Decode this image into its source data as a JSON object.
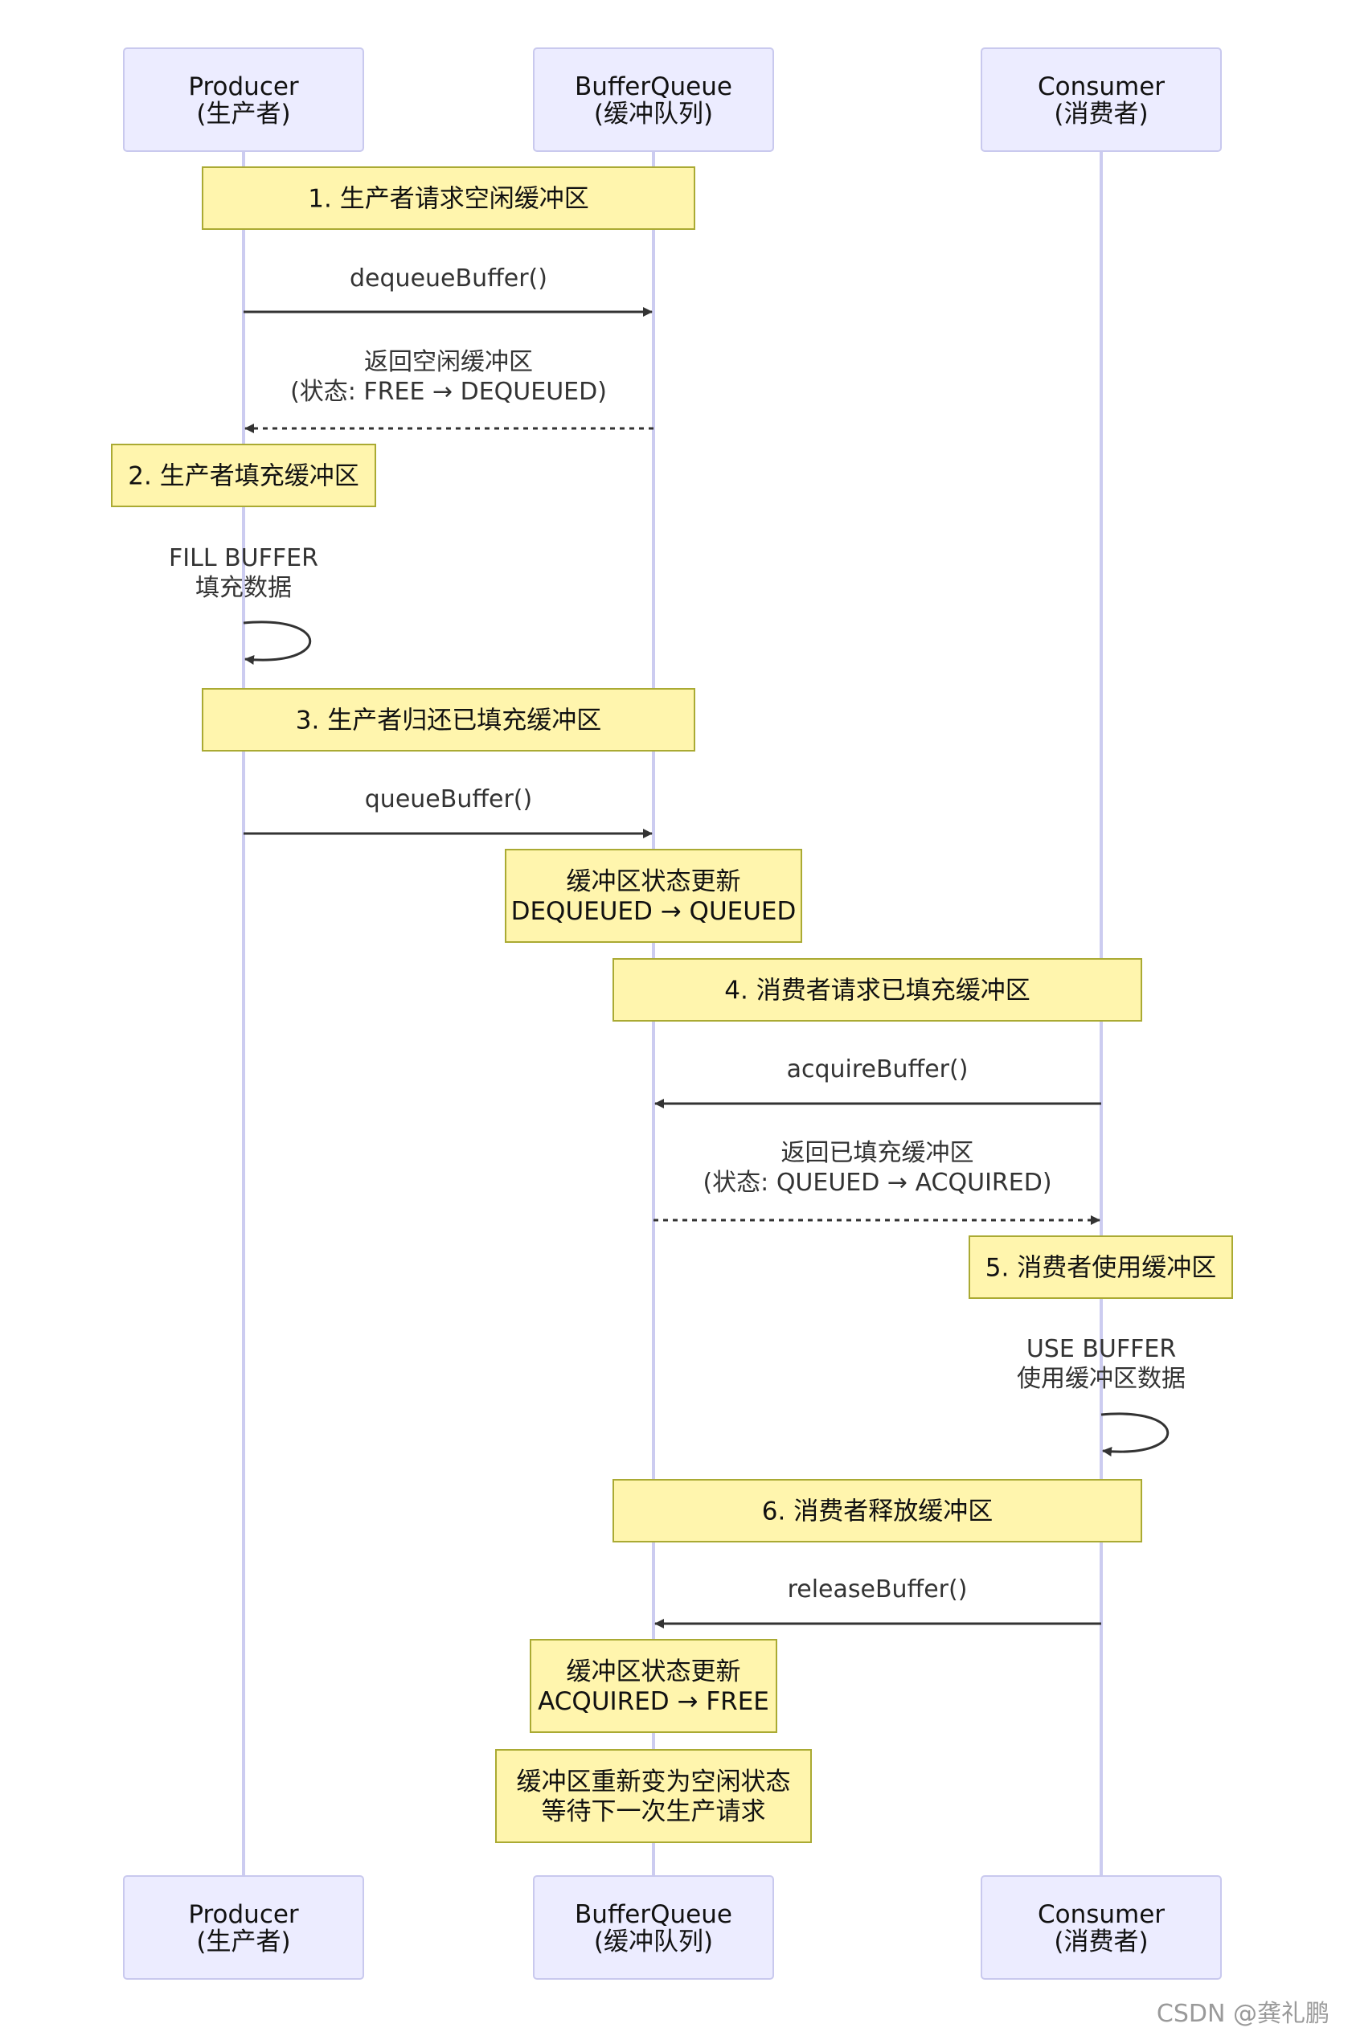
{
  "actors": [
    {
      "id": "producer",
      "line1": "Producer",
      "line2": "(生产者)"
    },
    {
      "id": "bufferqueue",
      "line1": "BufferQueue",
      "line2": "(缓冲队列)"
    },
    {
      "id": "consumer",
      "line1": "Consumer",
      "line2": "(消费者)"
    }
  ],
  "sequence": [
    {
      "kind": "note",
      "from": "producer",
      "to": "bufferqueue",
      "lines": [
        "1. 生产者请求空闲缓冲区"
      ]
    },
    {
      "kind": "message",
      "from": "producer",
      "to": "bufferqueue",
      "style": "solid",
      "lines": [
        "dequeueBuffer()"
      ]
    },
    {
      "kind": "message",
      "from": "bufferqueue",
      "to": "producer",
      "style": "dashed",
      "lines": [
        "返回空闲缓冲区",
        "(状态: FREE → DEQUEUED)"
      ]
    },
    {
      "kind": "note",
      "over": "producer",
      "lines": [
        "2. 生产者填充缓冲区"
      ]
    },
    {
      "kind": "self",
      "actor": "producer",
      "lines": [
        "FILL BUFFER",
        "填充数据"
      ]
    },
    {
      "kind": "note",
      "from": "producer",
      "to": "bufferqueue",
      "lines": [
        "3. 生产者归还已填充缓冲区"
      ]
    },
    {
      "kind": "message",
      "from": "producer",
      "to": "bufferqueue",
      "style": "solid",
      "lines": [
        "queueBuffer()"
      ]
    },
    {
      "kind": "note",
      "over": "bufferqueue",
      "lines": [
        "缓冲区状态更新",
        "DEQUEUED → QUEUED"
      ]
    },
    {
      "kind": "note",
      "from": "bufferqueue",
      "to": "consumer",
      "lines": [
        "4. 消费者请求已填充缓冲区"
      ]
    },
    {
      "kind": "message",
      "from": "consumer",
      "to": "bufferqueue",
      "style": "solid",
      "lines": [
        "acquireBuffer()"
      ]
    },
    {
      "kind": "message",
      "from": "bufferqueue",
      "to": "consumer",
      "style": "dashed",
      "lines": [
        "返回已填充缓冲区",
        "(状态: QUEUED → ACQUIRED)"
      ]
    },
    {
      "kind": "note",
      "over": "consumer",
      "lines": [
        "5. 消费者使用缓冲区"
      ]
    },
    {
      "kind": "self",
      "actor": "consumer",
      "lines": [
        "USE BUFFER",
        "使用缓冲区数据"
      ]
    },
    {
      "kind": "note",
      "from": "bufferqueue",
      "to": "consumer",
      "lines": [
        "6. 消费者释放缓冲区"
      ]
    },
    {
      "kind": "message",
      "from": "consumer",
      "to": "bufferqueue",
      "style": "solid",
      "lines": [
        "releaseBuffer()"
      ]
    },
    {
      "kind": "note",
      "over": "bufferqueue",
      "lines": [
        "缓冲区状态更新",
        "ACQUIRED → FREE"
      ]
    },
    {
      "kind": "note",
      "over": "bufferqueue",
      "lines": [
        "缓冲区重新变为空闲状态",
        "等待下一次生产请求"
      ]
    }
  ],
  "colors": {
    "actor_fill": "#ececff",
    "actor_stroke": "#c9c9ee",
    "lifeline": "#ccccf0",
    "note_fill": "#fff5ad",
    "note_stroke": "#aaaa33",
    "line": "#333333"
  },
  "watermark": "CSDN @龚礼鹏"
}
